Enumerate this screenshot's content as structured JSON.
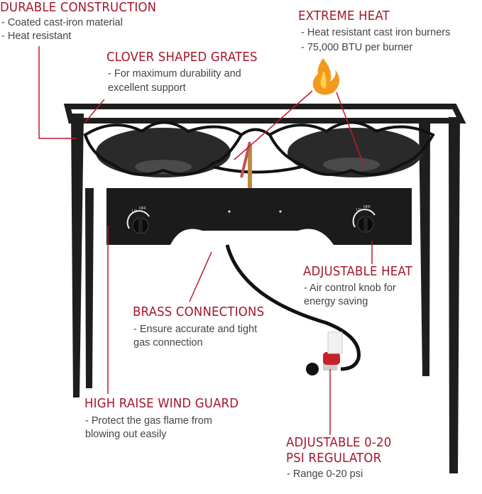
{
  "colors": {
    "accent": "#a3182b",
    "stove": "#1c1c1c",
    "text": "#444444"
  },
  "features": [
    {
      "title": "DURABLE CONSTRUCTION",
      "lines": [
        "- Coated cast-iron material",
        "- Heat resistant"
      ]
    },
    {
      "title": "EXTREME HEAT",
      "lines": [
        "- Heat resistant cast iron burners",
        "- 75,000 BTU per burner"
      ]
    },
    {
      "title": "CLOVER SHAPED GRATES",
      "lines": [
        "- For maximum durability and",
        "excellent support"
      ]
    },
    {
      "title": "ADJUSTABLE HEAT",
      "lines": [
        "- Air control knob for",
        "energy saving"
      ]
    },
    {
      "title": "BRASS CONNECTIONS",
      "lines": [
        "- Ensure accurate and tight",
        "gas connection"
      ]
    },
    {
      "title": "HIGH RAISE WIND GUARD",
      "lines": [
        "- Protect the gas flame from",
        "blowing out easily"
      ]
    },
    {
      "title": "ADJUSTABLE 0-20",
      "title2": "PSI REGULATOR",
      "lines": [
        "- Range 0-20 psi"
      ]
    }
  ],
  "knob_labels": {
    "lo": "LO",
    "off": "OFF"
  },
  "icons": [
    "flame-icon"
  ]
}
